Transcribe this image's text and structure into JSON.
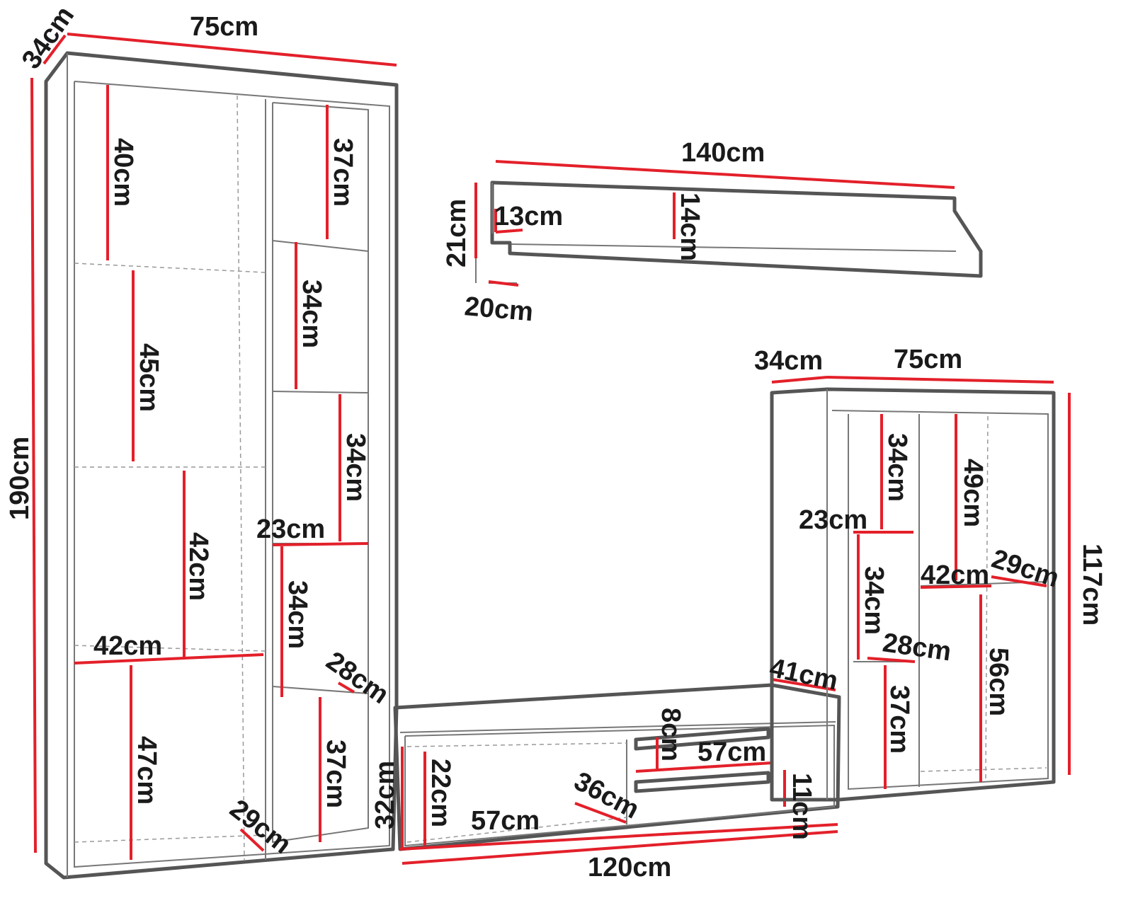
{
  "colors": {
    "outline": "#555555",
    "dimension": "#e3202a",
    "text": "#1a1a1a"
  },
  "labels": [
    "34cm",
    "75cm",
    "190cm",
    "40cm",
    "45cm",
    "42cm",
    "42cm",
    "47cm",
    "29cm",
    "37cm",
    "34cm",
    "34cm",
    "23cm",
    "34cm",
    "28cm",
    "37cm",
    "32cm",
    "22cm",
    "57cm",
    "36cm",
    "120cm",
    "8cm",
    "57cm",
    "11cm",
    "41cm",
    "140cm",
    "21cm",
    "13cm",
    "14cm",
    "20cm",
    "34cm",
    "75cm",
    "34cm",
    "49cm",
    "23cm",
    "42cm",
    "29cm",
    "34cm",
    "28cm",
    "117cm",
    "56cm",
    "37cm"
  ]
}
